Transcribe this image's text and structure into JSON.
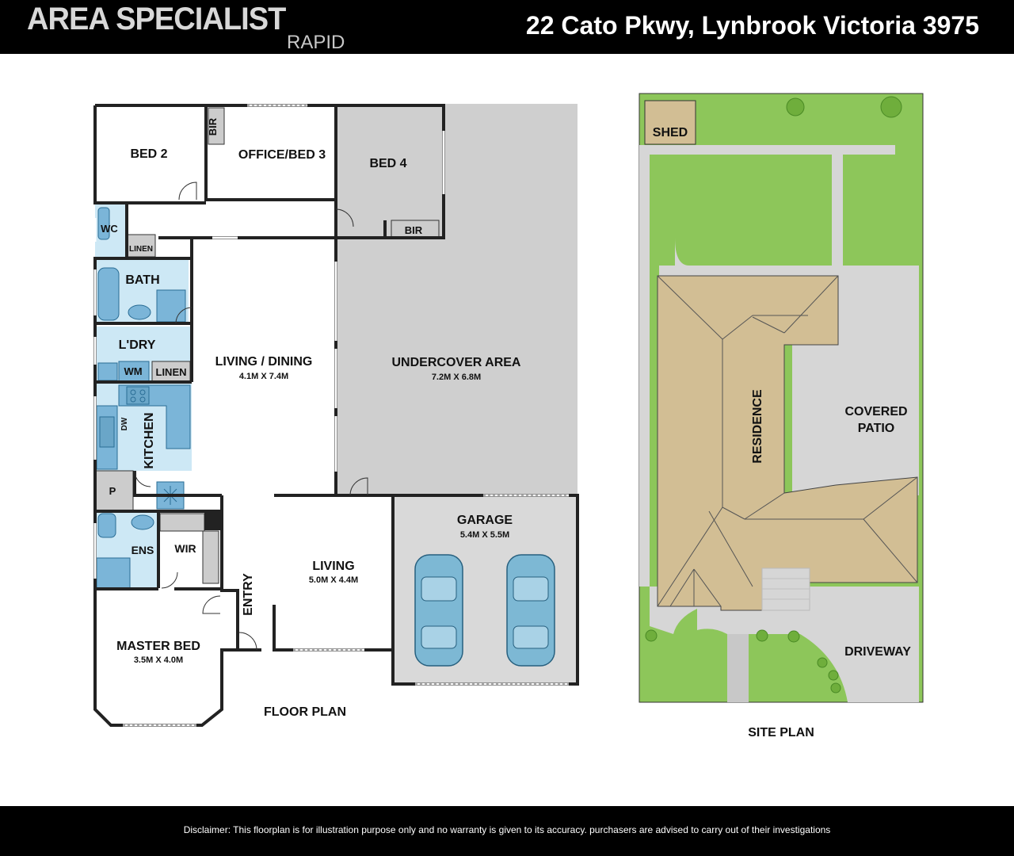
{
  "header": {
    "brand": "AREA SPECIALIST",
    "brand_sub": "RAPID",
    "address": "22 Cato Pkwy, Lynbrook Victoria 3975"
  },
  "floor_plan": {
    "title": "FLOOR PLAN",
    "rooms": {
      "bed2": "BED 2",
      "bir1": "BIR",
      "office": "OFFICE/BED 3",
      "bed4": "BED 4",
      "bir2": "BIR",
      "wc": "WC",
      "linen1": "LINEN",
      "bath": "BATH",
      "laundry": "L'DRY",
      "wm": "WM",
      "linen2": "LINEN",
      "kitchen": "KITCHEN",
      "dw": "DW",
      "pantry": "P",
      "living_dining": "LIVING / DINING",
      "living_dining_dim": "4.1M X 7.4M",
      "undercover": "UNDERCOVER AREA",
      "undercover_dim": "7.2M X 6.8M",
      "garage": "GARAGE",
      "garage_dim": "5.4M X 5.5M",
      "ens": "ENS",
      "wir": "WIR",
      "entry": "ENTRY",
      "living": "LIVING",
      "living_dim": "5.0M X 4.4M",
      "master": "MASTER BED",
      "master_dim": "3.5M X 4.0M"
    }
  },
  "site_plan": {
    "title": "SITE PLAN",
    "labels": {
      "shed": "SHED",
      "residence": "RESIDENCE",
      "covered_patio_1": "COVERED",
      "covered_patio_2": "PATIO",
      "driveway": "DRIVEWAY"
    }
  },
  "colors": {
    "grass": "#8dc65a",
    "roof": "#d2be94",
    "paving": "#d6d6d6",
    "undercover": "#cfcfcf",
    "wet_area": "#cde8f5",
    "fixture": "#7bb5d8",
    "car": "#7db8d4",
    "wall": "#222222"
  },
  "footer": {
    "disclaimer": "Disclaimer: This floorplan is for illustration purpose only and no warranty is given to its accuracy. purchasers are advised to carry out of their investigations"
  }
}
